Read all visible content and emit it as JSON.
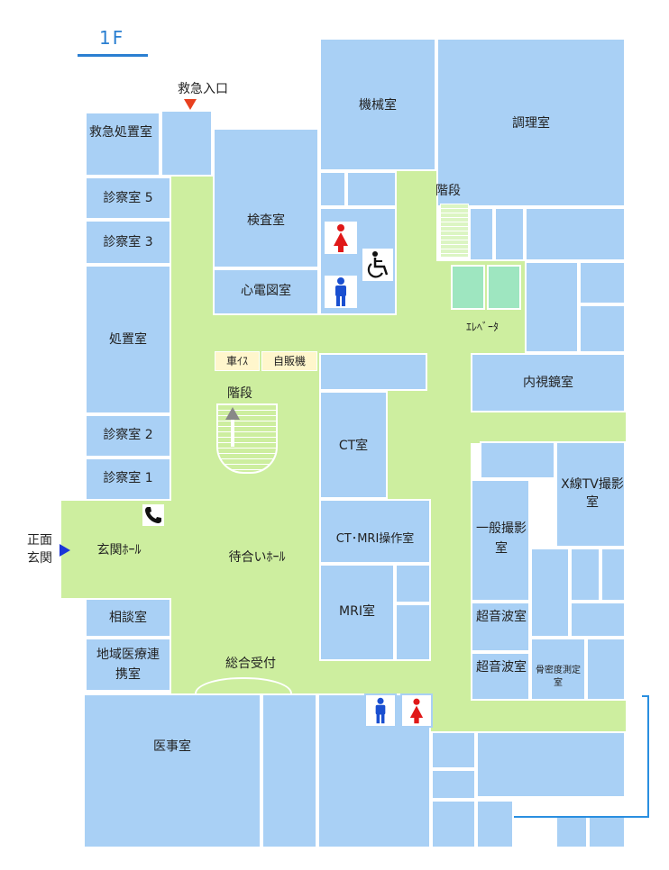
{
  "floor": "1F",
  "labels": {
    "emergency_entrance": "救急入口",
    "emergency_treatment": "救急処置室",
    "exam5": "診察室 5",
    "exam3": "診察室 3",
    "treatment": "処置室",
    "exam2": "診察室 2",
    "exam1": "診察室 1",
    "front_entrance": "正面玄関",
    "entrance_hall": "玄関ﾎｰﾙ",
    "consultation": "相談室",
    "community_care": "地域医療連携室",
    "medical_affairs": "医事室",
    "lab": "検査室",
    "ecg": "心電図室",
    "machine_room": "機械室",
    "kitchen": "調理室",
    "stairs_upper": "階段",
    "elevator": "ｴﾚﾍﾞｰﾀ",
    "wheelchair": "車ｲｽ",
    "vending": "自販機",
    "stairs_center": "階段",
    "waiting_hall": "待合いﾎｰﾙ",
    "reception": "総合受付",
    "ct": "CT室",
    "ct_mri_control": "CT･MRI操作室",
    "mri": "MRI室",
    "endoscopy": "内視鏡室",
    "xray_tv": "X線TV撮影室",
    "general_xray": "一般撮影室",
    "ultrasound1": "超音波室",
    "ultrasound2": "超音波室",
    "bone_density": "骨密度測定室"
  },
  "colors": {
    "room": "#a9d0f5",
    "corridor": "#cdee9f",
    "wall": "#ffffff",
    "tag": "#fff6cc",
    "title": "#2a7fd1",
    "entrance_marker_emergency": "#e8401f",
    "entrance_marker_front": "#1a35d8",
    "toilet_male": "#1a4fd0",
    "toilet_female": "#e01818"
  },
  "icons": [
    "telephone-icon",
    "wheelchair-icon",
    "male-toilet-icon",
    "female-toilet-icon",
    "arrow-up-icon"
  ]
}
